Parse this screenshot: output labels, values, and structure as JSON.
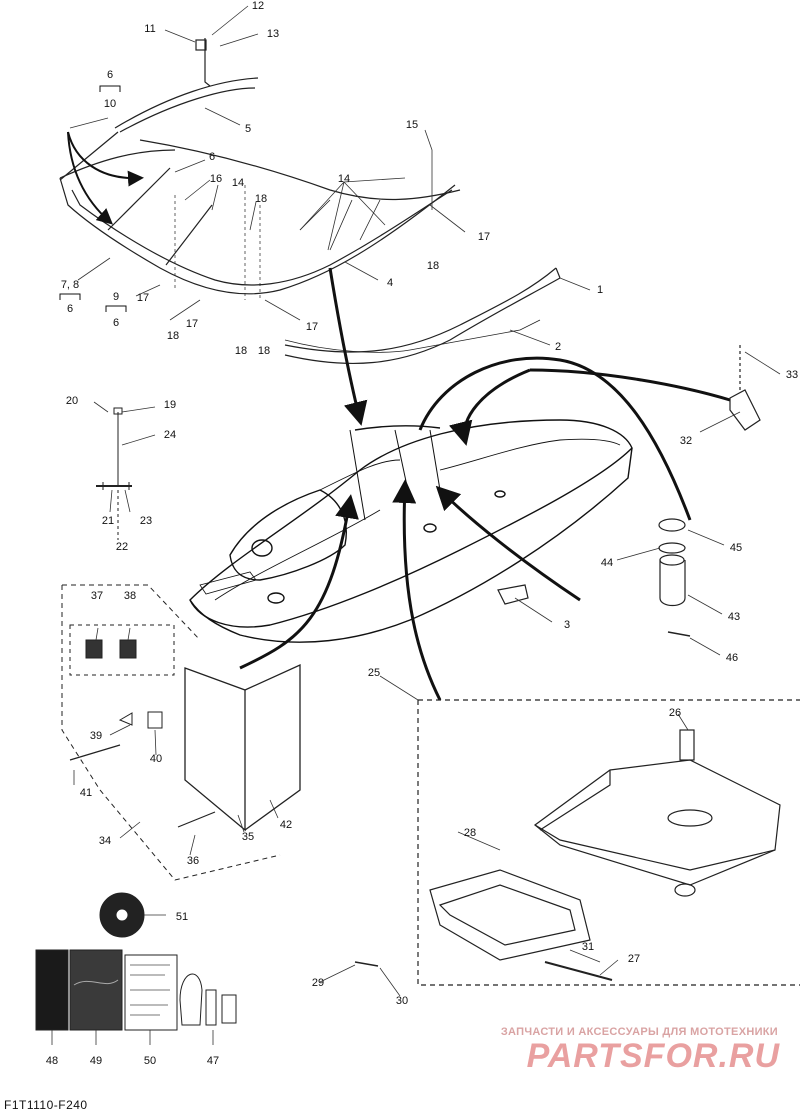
{
  "diagram": {
    "part_code": "F1T1110-F240",
    "watermark": {
      "tagline": "ЗАПЧАСТИ И АКСЕССУАРЫ ДЛЯ МОТОТЕХНИКИ",
      "brand": "PARTSFOR.RU"
    },
    "callouts": {
      "c1": "1",
      "c2": "2",
      "c3": "3",
      "c4": "4",
      "c5": "5",
      "c6a": "6",
      "c6b": "6",
      "c6c": "6",
      "c6d": "6",
      "c10": "10",
      "c11": "11",
      "c12": "12",
      "c13": "13",
      "c14a": "14",
      "c14b": "14",
      "c15": "15",
      "c16": "16",
      "c17a": "17",
      "c17b": "17",
      "c17c": "17",
      "c17d": "17",
      "c18a": "18",
      "c18b": "18",
      "c18c": "18",
      "c18d": "18",
      "c18e": "18",
      "c78": "7, 8",
      "c9": "9",
      "c19": "19",
      "c20": "20",
      "c21": "21",
      "c22": "22",
      "c23": "23",
      "c24": "24",
      "c25": "25",
      "c26": "26",
      "c27": "27",
      "c28": "28",
      "c29": "29",
      "c30": "30",
      "c31": "31",
      "c32": "32",
      "c33": "33",
      "c34": "34",
      "c35": "35",
      "c36": "36",
      "c37": "37",
      "c38": "38",
      "c39": "39",
      "c40": "40",
      "c41": "41",
      "c42": "42",
      "c43": "43",
      "c44": "44",
      "c45": "45",
      "c46": "46",
      "c47": "47",
      "c48": "48",
      "c49": "49",
      "c50": "50",
      "c51": "51"
    }
  }
}
